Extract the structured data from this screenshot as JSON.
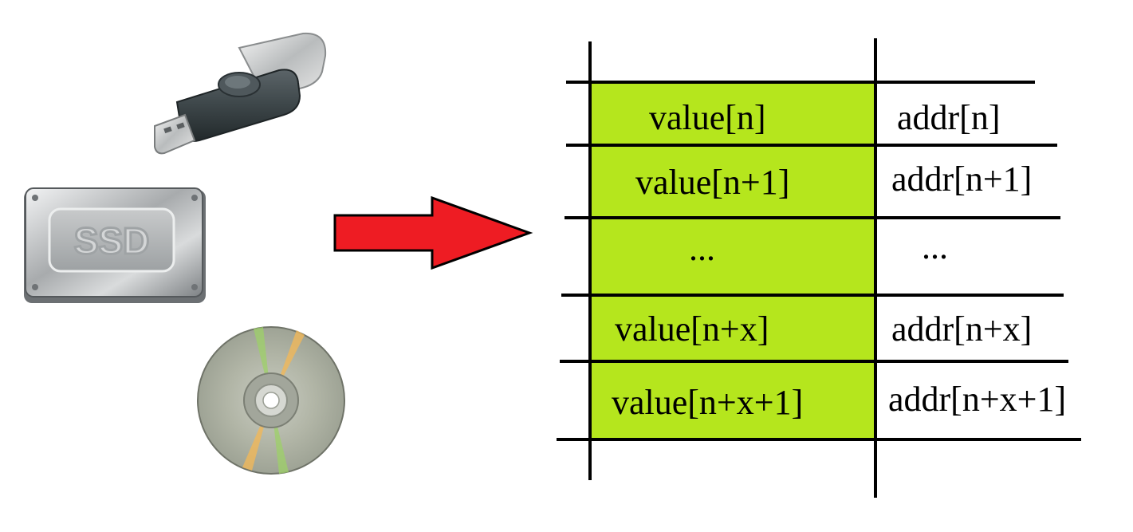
{
  "devices": [
    {
      "name": "usb-flash-drive",
      "icon": "usb-drive-icon"
    },
    {
      "name": "ssd",
      "icon": "ssd-icon",
      "label": "SSD"
    },
    {
      "name": "optical-disc",
      "icon": "cd-icon"
    }
  ],
  "arrow": {
    "icon": "right-arrow-icon",
    "color": "#ee1c23"
  },
  "table": {
    "highlight_color": "#b5e61d",
    "rows": [
      {
        "value": "value[n]",
        "addr": "addr[n]"
      },
      {
        "value": "value[n+1]",
        "addr": "addr[n+1]"
      },
      {
        "value": "...",
        "addr": "..."
      },
      {
        "value": "value[n+x]",
        "addr": "addr[n+x]"
      },
      {
        "value": "value[n+x+1]",
        "addr": "addr[n+x+1]"
      }
    ]
  }
}
